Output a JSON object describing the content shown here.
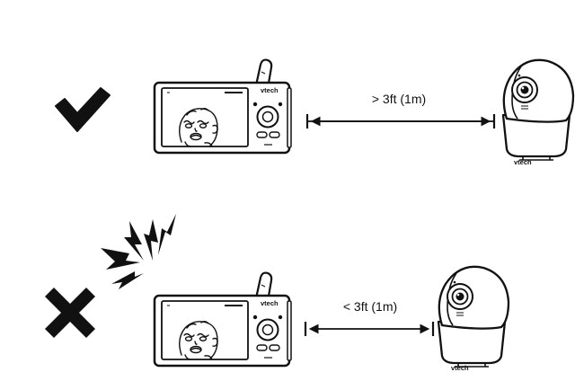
{
  "rows": [
    {
      "status": "correct",
      "status_icon": "checkmark-icon",
      "distance_label": "> 3ft (1m)",
      "monitor_brand": "vtech",
      "camera_brand": "vtech"
    },
    {
      "status": "incorrect",
      "status_icon": "cross-icon",
      "interference_icon": "lightning-bolts-icon",
      "distance_label": "< 3ft (1m)",
      "monitor_brand": "vtech",
      "camera_brand": "vtech"
    }
  ],
  "colors": {
    "ink": "#111111",
    "background": "#ffffff"
  }
}
